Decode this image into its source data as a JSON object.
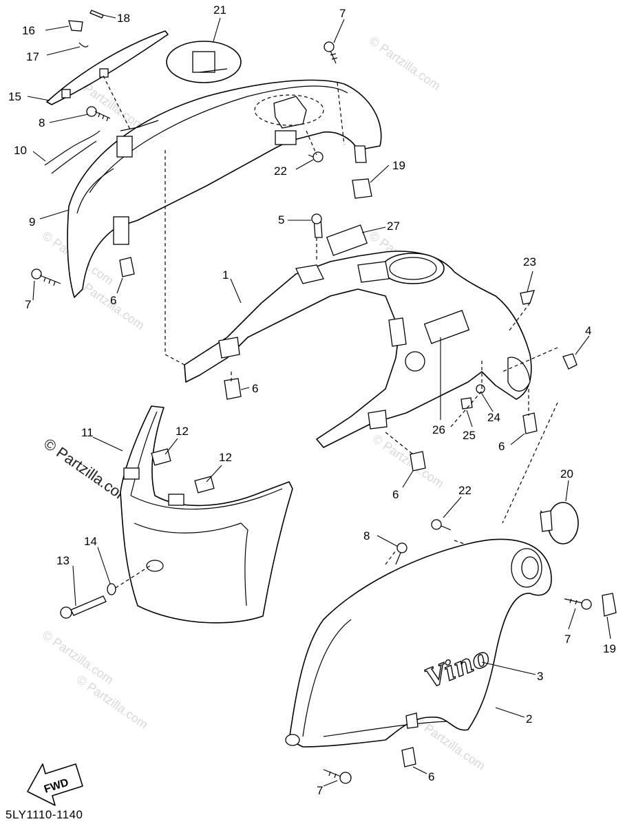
{
  "diagram_code": "5LY1110-1140",
  "fwd_label": "FWD",
  "emblem_text": "Vino",
  "watermark_main": "© Partzilla.com",
  "watermark_faint": "© Partzilla.com",
  "callouts": {
    "c1": "1",
    "c2": "2",
    "c3": "3",
    "c4": "4",
    "c5": "5",
    "c6a": "6",
    "c6b": "6",
    "c6c": "6",
    "c6d": "6",
    "c6e": "6",
    "c7a": "7",
    "c7b": "7",
    "c7c": "7",
    "c7d": "7",
    "c8a": "8",
    "c8b": "8",
    "c9": "9",
    "c10": "10",
    "c11": "11",
    "c12a": "12",
    "c12b": "12",
    "c13": "13",
    "c14": "14",
    "c15": "15",
    "c16": "16",
    "c17": "17",
    "c18": "18",
    "c19a": "19",
    "c19b": "19",
    "c20": "20",
    "c21": "21",
    "c22a": "22",
    "c22b": "22",
    "c23": "23",
    "c24": "24",
    "c25": "25",
    "c26": "26",
    "c27": "27"
  }
}
